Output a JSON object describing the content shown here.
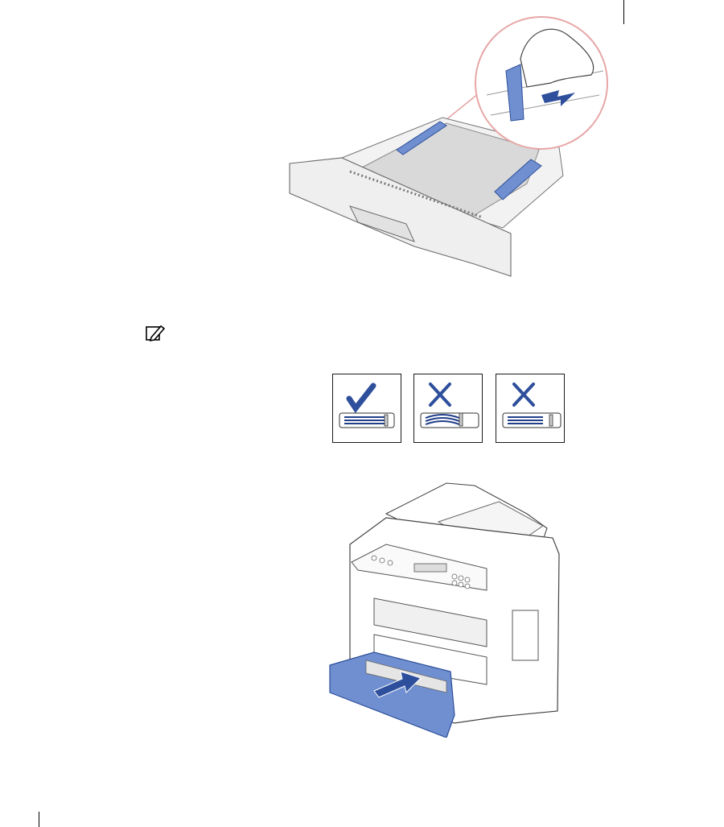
{
  "page": {
    "background": "#ffffff",
    "accent_blue": "#3a63b8",
    "tray_blue": "#6f8fd0",
    "callout_pink": "#e7a6a6"
  },
  "figures": [
    {
      "name": "tray-loaded-guide-adjust",
      "icon": "paper-tray-guide-illustration"
    },
    {
      "name": "paper-fit-examples",
      "icon": "check-cross-panels"
    },
    {
      "name": "printer-insert-tray",
      "icon": "printer-tray-insert-illustration"
    }
  ],
  "note": {
    "icon": "pencil-note-icon"
  },
  "examples": [
    {
      "mark": "check",
      "state": "correct"
    },
    {
      "mark": "cross",
      "state": "bent"
    },
    {
      "mark": "cross",
      "state": "loose"
    }
  ]
}
